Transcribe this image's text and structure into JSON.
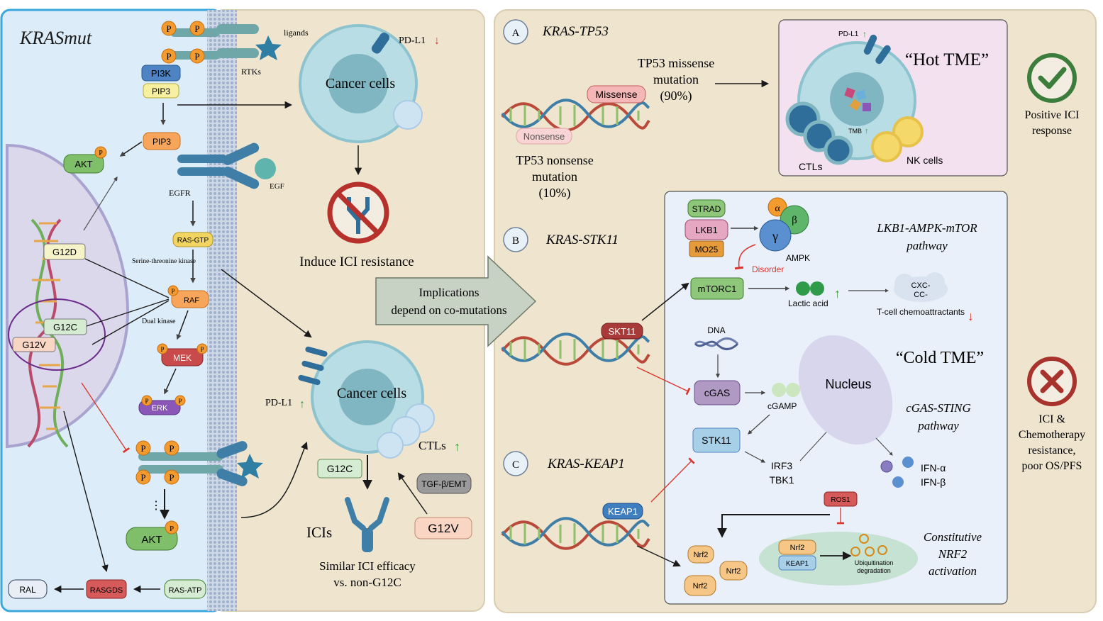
{
  "left": {
    "title": "KRASmut",
    "phospho_symbol": "P",
    "pi3k": "PI3K",
    "pip3": "PIP3",
    "akt": "AKT",
    "ligands": "ligands",
    "rtks": "RTKs",
    "egfr": "EGFR",
    "egf": "EGF",
    "ras_gtp": "RAS-GTP",
    "serine_kinase": "Serine-threonine kinase",
    "raf": "RAF",
    "dual_kinase": "Dual kinase",
    "mek": "MEK",
    "erk": "ERK",
    "g12d": "G12D",
    "g12c": "G12C",
    "g12v": "G12V",
    "ral": "RAL",
    "rasgds": "RASGDS",
    "ras_atp": "RAS-ATP",
    "dots": "⋮"
  },
  "middle": {
    "cancer_cells_top": "Cancer cells",
    "pdl1_top": "PD-L1",
    "induce": "Induce ICI resistance",
    "cancer_cells_bottom": "Cancer cells",
    "pdl1_bottom": "PD-L1",
    "ctls": "CTLs",
    "g12c": "G12C",
    "tgf": "TGF-β/EMT",
    "g12v": "G12V",
    "icis": "ICIs",
    "similar_line1": "Similar ICI efficacy",
    "similar_line2": "vs. non-G12C",
    "implications_line1": "Implications",
    "implications_line2": "depend on co-mutations"
  },
  "panelA": {
    "letter": "A",
    "title": "KRAS-TP53",
    "missense": "Missense",
    "nonsense": "Nonsense",
    "tp53_missense_line1": "TP53 missense",
    "tp53_missense_line2": "mutation",
    "tp53_missense_line3": "(90%)",
    "tp53_nonsense_line1": "TP53 nonsense",
    "tp53_nonsense_line2": "mutation",
    "tp53_nonsense_line3": "(10%)",
    "hot_tme": "“Hot TME”",
    "pdl1": "PD-L1",
    "tmb": "TMB",
    "ctls": "CTLs",
    "nk": "NK cells",
    "positive_line1": "Positive ICI",
    "positive_line2": "response"
  },
  "panelB": {
    "letter": "B",
    "title": "KRAS-STK11",
    "skt11": "SKT11",
    "strad": "STRAD",
    "lkb1": "LKB1",
    "mo25": "MO25",
    "alpha": "α",
    "beta": "β",
    "gamma": "γ",
    "ampk": "AMPK",
    "disorder": "Disorder",
    "pathway1_line1": "LKB1-AMPK-mTOR",
    "pathway1_line2": "pathway",
    "mtorc1": "mTORC1",
    "lactic": "Lactic acid",
    "cxc_line1": "CXC-",
    "cxc_line2": "CC-",
    "tcell": "T-cell chemoattractants",
    "dna": "DNA",
    "cgas": "cGAS",
    "cgamp": "cGAMP",
    "stk11": "STK11",
    "nucleus": "Nucleus",
    "cold_tme": "“Cold TME”",
    "pathway2_line1": "cGAS-STING",
    "pathway2_line2": "pathway",
    "irf3": "IRF3",
    "tbk1": "TBK1",
    "ifna": "IFN-α",
    "ifnb": "IFN-β"
  },
  "panelC": {
    "letter": "C",
    "title": "KRAS-KEAP1",
    "keap1": "KEAP1",
    "ros1": "ROS1",
    "nrf2": "Nrf2",
    "keap1_small": "KEAP1",
    "ubiq_line1": "Ubiquitination",
    "ubiq_line2": "degradation",
    "constitutive_line1": "Constitutive",
    "constitutive_line2": "NRF2",
    "constitutive_line3": "activation",
    "resistance_line1": "ICI &",
    "resistance_line2": "Chemotherapy",
    "resistance_line3": "resistance,",
    "resistance_line4": "poor OS/PFS"
  }
}
